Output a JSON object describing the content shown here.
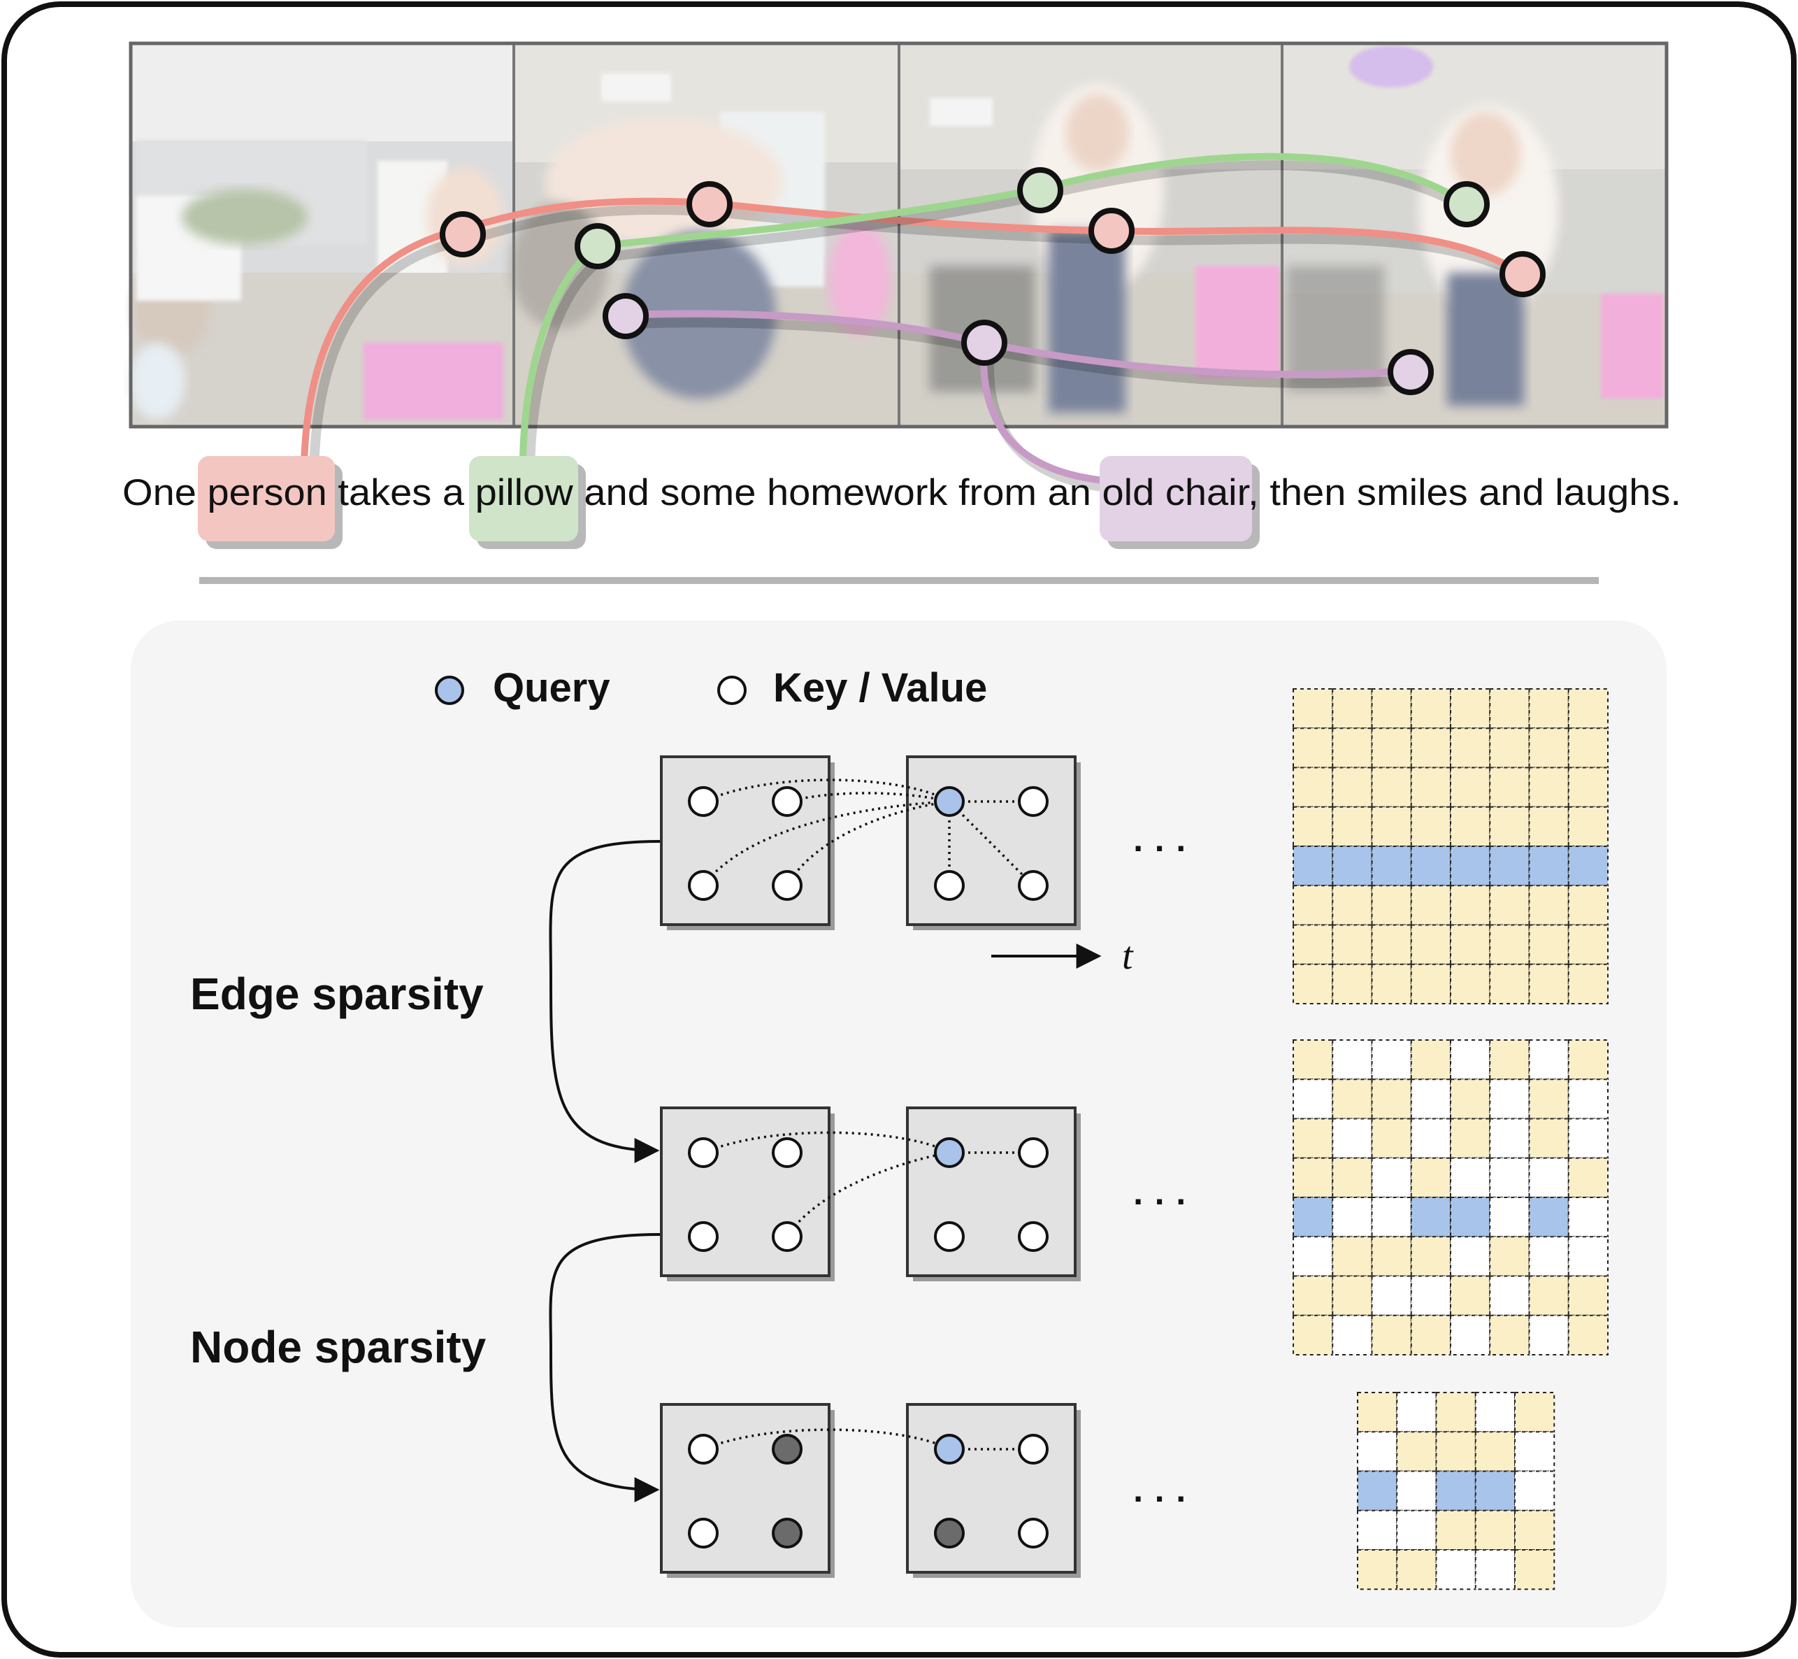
{
  "caption": {
    "before": "One",
    "person": "person",
    "mid1": "takes a",
    "pillow": "pillow",
    "mid2": "and some homework from an",
    "chair": "old chair",
    "after": ", then smiles and laughs."
  },
  "legend": {
    "query": "Query",
    "key_value": "Key / Value"
  },
  "labels": {
    "edge": "Edge sparsity",
    "node": "Node sparsity",
    "time": "t",
    "ellipsis": "· · ·"
  },
  "colors": {
    "person": "#f4c6c2",
    "pillow": "#cfe4c9",
    "chair": "#e3d2e6",
    "person_line": "#f08f86",
    "pillow_line": "#9fd68f",
    "chair_line": "#c79bc6",
    "query": "#a9c3ea",
    "masked": "#6b6b6b",
    "tile": "#fbefc8",
    "row": "#a8c4ea"
  },
  "icons": [
    "query-dot-icon",
    "key-value-dot-icon",
    "time-arrow-icon"
  ],
  "matrices": {
    "full": {
      "rows": [
        [
          1,
          1,
          1,
          1,
          1,
          1,
          1,
          1
        ],
        [
          1,
          1,
          1,
          1,
          1,
          1,
          1,
          1
        ],
        [
          1,
          1,
          1,
          1,
          1,
          1,
          1,
          1
        ],
        [
          1,
          1,
          1,
          1,
          1,
          1,
          1,
          1
        ],
        [
          2,
          2,
          2,
          2,
          2,
          2,
          2,
          2
        ],
        [
          1,
          1,
          1,
          1,
          1,
          1,
          1,
          1
        ],
        [
          1,
          1,
          1,
          1,
          1,
          1,
          1,
          1
        ],
        [
          1,
          1,
          1,
          1,
          1,
          1,
          1,
          1
        ]
      ]
    },
    "edge": {
      "rows": [
        [
          1,
          0,
          0,
          1,
          0,
          1,
          0,
          1
        ],
        [
          0,
          1,
          1,
          0,
          1,
          0,
          1,
          0
        ],
        [
          1,
          0,
          1,
          0,
          1,
          0,
          1,
          0
        ],
        [
          1,
          1,
          0,
          1,
          0,
          0,
          0,
          1
        ],
        [
          2,
          0,
          0,
          2,
          2,
          0,
          2,
          0
        ],
        [
          0,
          1,
          1,
          1,
          0,
          1,
          0,
          0
        ],
        [
          1,
          1,
          0,
          0,
          1,
          0,
          1,
          1
        ],
        [
          1,
          0,
          1,
          1,
          0,
          1,
          0,
          1
        ]
      ]
    },
    "node": {
      "rows": [
        [
          1,
          0,
          1,
          0,
          1
        ],
        [
          0,
          1,
          1,
          1,
          0
        ],
        [
          2,
          0,
          2,
          2,
          0
        ],
        [
          0,
          0,
          1,
          1,
          1
        ],
        [
          1,
          1,
          0,
          0,
          1
        ]
      ]
    }
  }
}
